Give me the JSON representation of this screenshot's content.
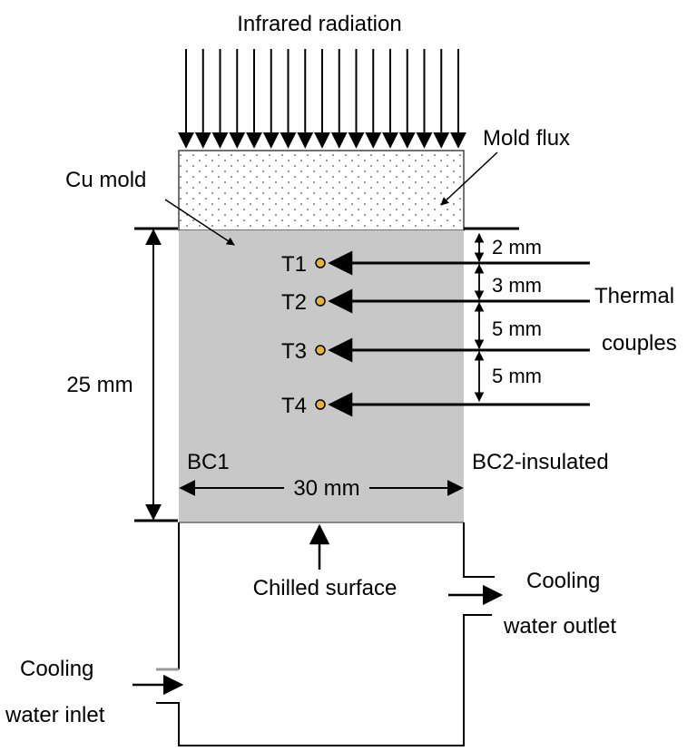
{
  "title": "Infrared radiation",
  "labels": {
    "mold_flux": "Mold flux",
    "cu_mold": "Cu mold",
    "height_dim": "25 mm",
    "width_dim": "30 mm",
    "bc1": "BC1",
    "bc2": "BC2-insulated",
    "chilled_surface": "Chilled surface",
    "thermal_1": "Thermal",
    "thermal_2": "couples",
    "cooling_out_1": "Cooling",
    "cooling_out_2": "water outlet",
    "cooling_in_1": "Cooling",
    "cooling_in_2": "water inlet"
  },
  "thermocouples": [
    {
      "name": "T1"
    },
    {
      "name": "T2"
    },
    {
      "name": "T3"
    },
    {
      "name": "T4"
    }
  ],
  "spacings": [
    {
      "label": "2 mm"
    },
    {
      "label": "3 mm"
    },
    {
      "label": "5 mm"
    },
    {
      "label": "5 mm"
    }
  ],
  "colors": {
    "mold_fill": "#c8c8c8",
    "thermocouple_dot": "#e8b23a",
    "stroke": "#000000",
    "flux_dot": "#888888"
  }
}
